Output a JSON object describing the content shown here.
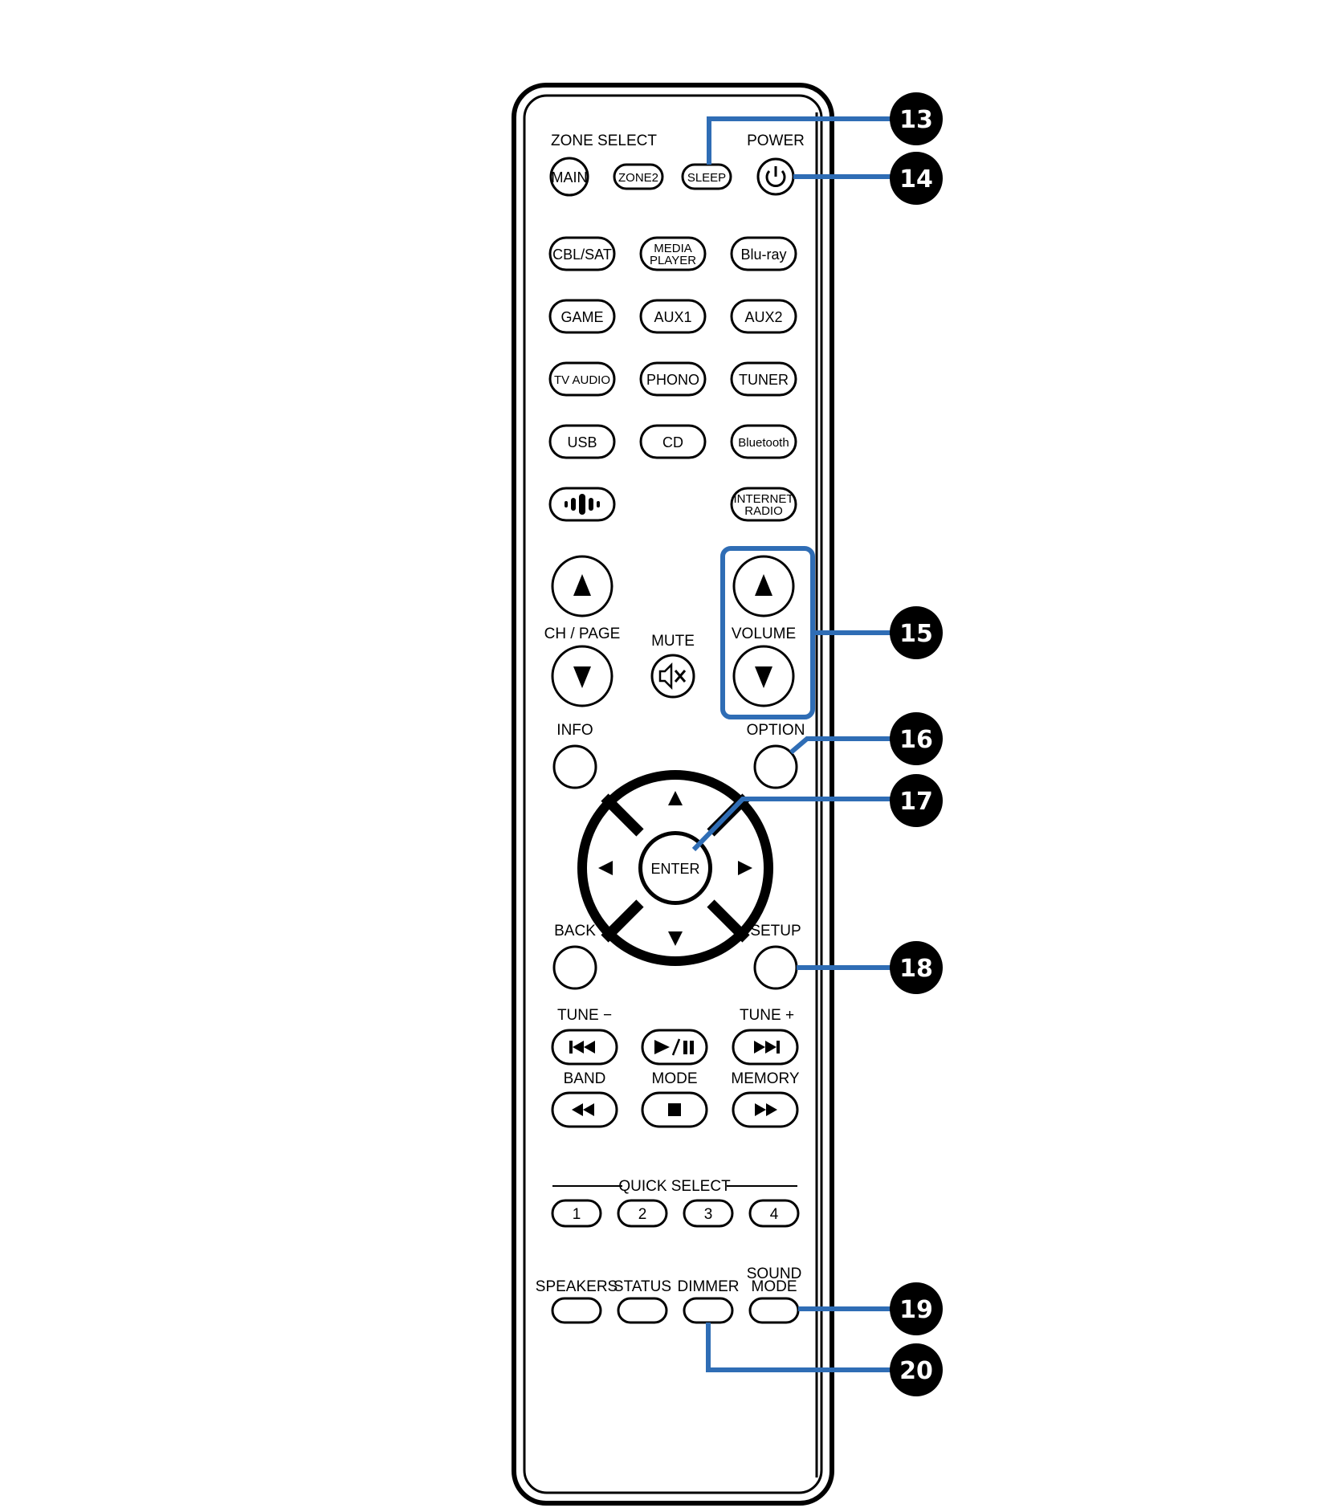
{
  "zone_select": {
    "label": "ZONE SELECT",
    "main": "MAIN",
    "zone2": "ZONE2"
  },
  "sleep": "SLEEP",
  "power": {
    "label": "POWER",
    "icon": "power-icon"
  },
  "sources": {
    "cbl_sat": "CBL/SAT",
    "media_player": [
      "MEDIA",
      "PLAYER"
    ],
    "bluray": "Blu-ray",
    "game": "GAME",
    "aux1": "AUX1",
    "aux2": "AUX2",
    "tv_audio": "TV AUDIO",
    "phono": "PHONO",
    "tuner": "TUNER",
    "usb": "USB",
    "cd": "CD",
    "bluetooth": "Bluetooth",
    "heos_icon": "heos-icon",
    "internet_radio": [
      "INTERNET",
      "RADIO"
    ]
  },
  "ch_page": "CH / PAGE",
  "mute": {
    "label": "MUTE",
    "icon": "mute-icon"
  },
  "volume": "VOLUME",
  "info": "INFO",
  "option": "OPTION",
  "enter": "ENTER",
  "back": "BACK",
  "setup": "SETUP",
  "tune_minus": "TUNE −",
  "tune_plus": "TUNE +",
  "band": "BAND",
  "mode": "MODE",
  "memory": "MEMORY",
  "quick_select": {
    "label": "QUICK SELECT",
    "buttons": [
      "1",
      "2",
      "3",
      "4"
    ]
  },
  "bottom": {
    "speakers": "SPEAKERS",
    "status": "STATUS",
    "dimmer": "DIMMER",
    "sound_mode": [
      "SOUND",
      "MODE"
    ]
  },
  "callouts": [
    "13",
    "14",
    "15",
    "16",
    "17",
    "18",
    "19",
    "20"
  ],
  "colors": {
    "callout_line": "#2f6db5",
    "callout_badge": "#000000",
    "outline": "#000000"
  }
}
